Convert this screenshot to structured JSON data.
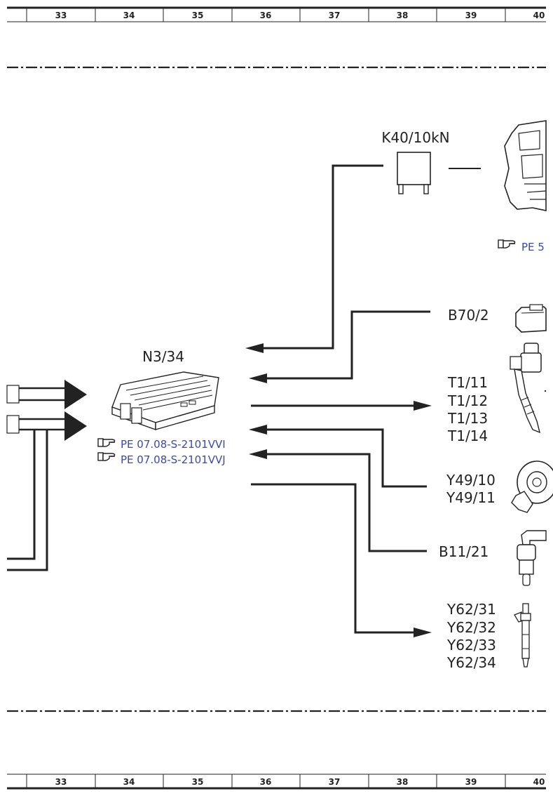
{
  "ruler": {
    "columns": [
      "33",
      "34",
      "35",
      "36",
      "37",
      "38",
      "39",
      "40"
    ]
  },
  "components": {
    "relay": "K40/10kN",
    "ecu": "N3/34",
    "sensor_b70": "B70/2",
    "ignition_1": "T1/11",
    "ignition_2": "T1/12",
    "ignition_3": "T1/13",
    "ignition_4": "T1/14",
    "valve_1": "Y49/10",
    "valve_2": "Y49/11",
    "sensor_b11": "B11/21",
    "injector_1": "Y62/31",
    "injector_2": "Y62/32",
    "injector_3": "Y62/33",
    "injector_4": "Y62/34"
  },
  "references": {
    "ecu_ref_1": "PE 07.08-S-2101VVI",
    "ecu_ref_2": "PE 07.08-S-2101VVJ",
    "relay_ref": "PE 5"
  },
  "colors": {
    "line": "#222222",
    "reference": "#3a4ba0"
  }
}
